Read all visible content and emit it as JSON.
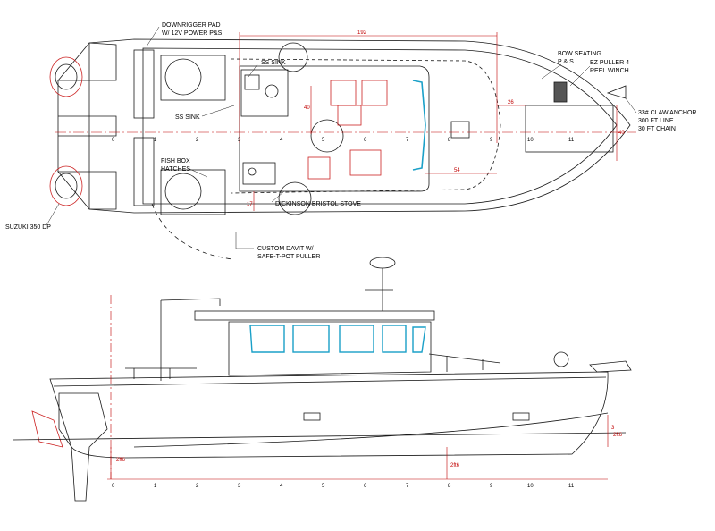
{
  "plan_labels": {
    "downrigger": "DOWNRIGGER PAD",
    "downrigger2": "W/ 12V POWER P&S",
    "ss_sink_1": "SS SINK",
    "ss_sink_2": "SS SINK",
    "fish_box": "FISH BOX",
    "fish_box2": "HATCHES",
    "suzuki": "SUZUKI 350 DP",
    "stove": "DICKINSON BRISTOL STOVE",
    "davit": "CUSTOM DAVIT W/",
    "davit2": "SAFE-T-POT PULLER",
    "bow_seating": "BOW SEATING",
    "bow_seating2": "P & S",
    "ez_puller": "EZ PULLER 4",
    "ez_puller2": "REEL WINCH",
    "anchor": "33# CLAW ANCHOR",
    "anchor2": "300 FT LINE",
    "anchor3": "30 FT CHAIN"
  },
  "plan_dims": {
    "length": "192",
    "d40a": "40",
    "d26": "26",
    "d40b": "40",
    "d54": "54",
    "d17": "17"
  },
  "profile_dims": {
    "d2ft6": "2ft6",
    "d1ft9": "2ft6",
    "d2ft6b": "2ft6",
    "d3": "3"
  },
  "stations": [
    "0",
    "1",
    "2",
    "3",
    "4",
    "5",
    "6",
    "7",
    "8",
    "9",
    "10",
    "11"
  ],
  "colors": {
    "dim_red": "#c00000",
    "window_cyan": "#1aa0c8",
    "seat_red": "#cc2222",
    "line": "#1a1a1a"
  }
}
